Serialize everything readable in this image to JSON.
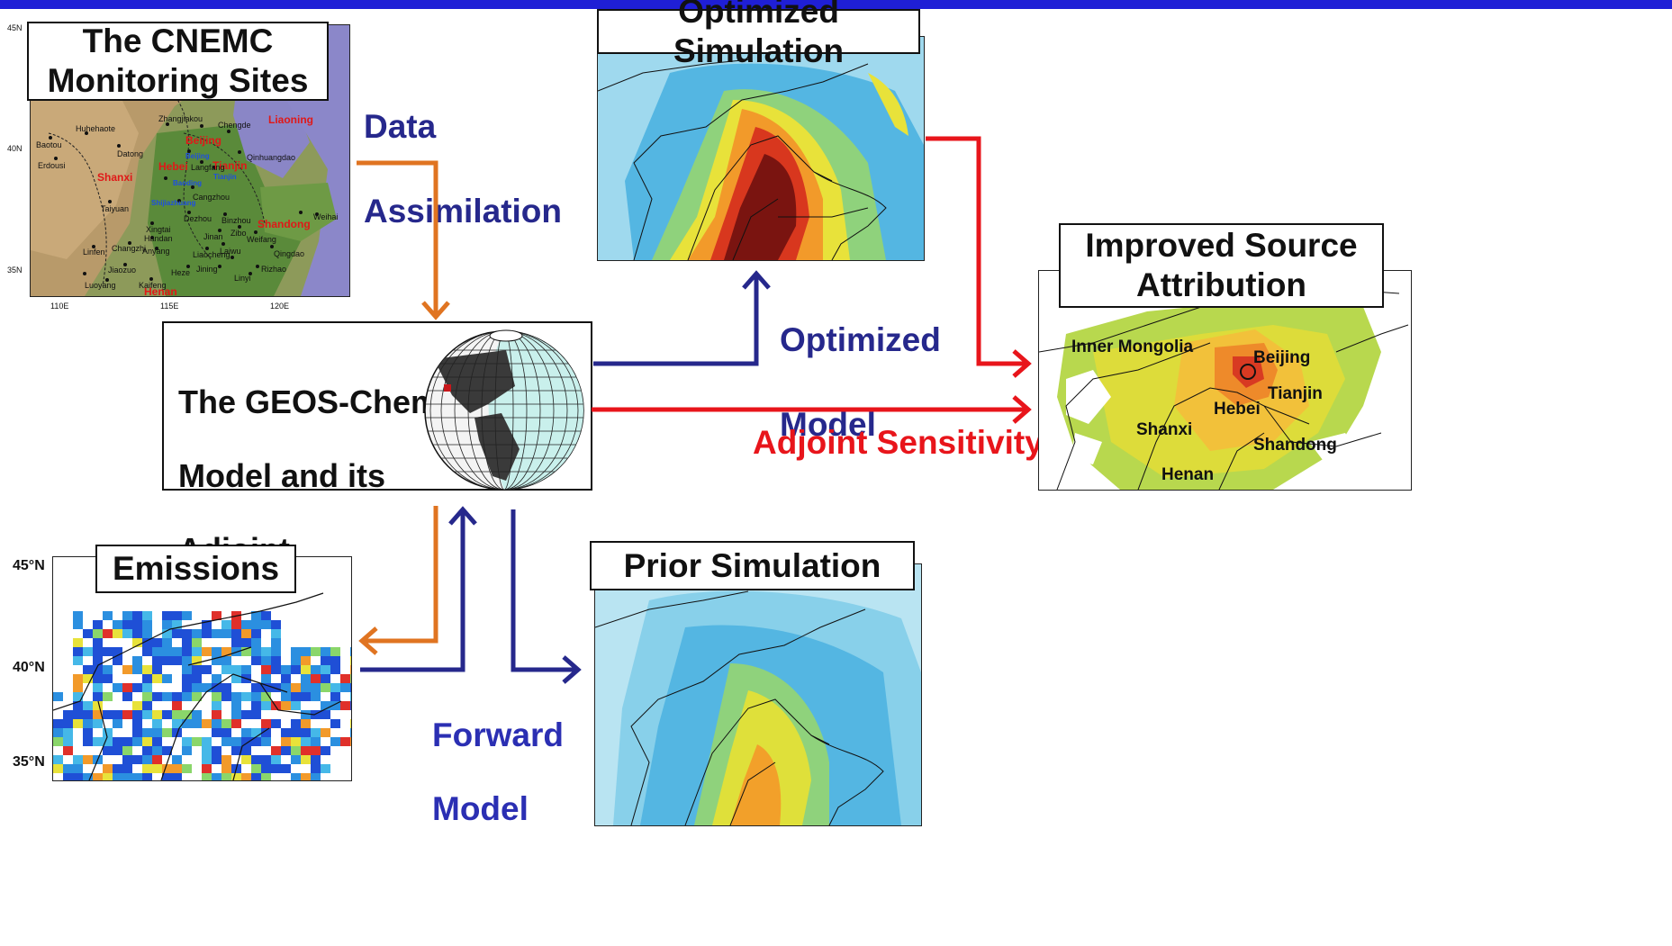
{
  "colors": {
    "top_bar": "#1f1fd6",
    "orange_arrow": "#e07421",
    "navy_arrow": "#26288c",
    "red_arrow": "#e8151b"
  },
  "cnemc": {
    "title_line1": "The CNEMC",
    "title_line2": "Monitoring Sites",
    "lat_labels": [
      "45N",
      "40N",
      "35N"
    ],
    "lon_labels": [
      "110E",
      "115E",
      "120E"
    ],
    "province_labels": [
      "Liaoning",
      "Beijing",
      "Hebei",
      "Tianjin",
      "Shanxi",
      "Shandong",
      "Henan"
    ],
    "city_labels": [
      "Baotou",
      "Huhehaote",
      "Zhangjiakou",
      "Chengde",
      "Erdousi",
      "Datong",
      "Qinhuangdao",
      "Langfang",
      "Taiyuan",
      "Cangzhou",
      "Dezhou",
      "Xingtai",
      "Binzhou",
      "Handan",
      "Jinan",
      "Zibo",
      "Weifang",
      "Weihai",
      "Linfen",
      "Changzhi",
      "Anyang",
      "Liaocheng",
      "Laiwu",
      "Qingdao",
      "Jiaozuo",
      "Heze",
      "Jining",
      "Rizhao",
      "Linyi",
      "Luoyang",
      "Kaifeng"
    ],
    "blue_city_labels": [
      "Beijing",
      "Baoding",
      "Shijiazhuang",
      "Tianjin"
    ]
  },
  "data_assimilation": {
    "line1": "Data",
    "line2": "Assimilation"
  },
  "geos": {
    "line1": "The GEOS-Chem",
    "line2": "Model and its",
    "line3": "Adjoint"
  },
  "optimized_simulation": {
    "title": "Optimized Simulation"
  },
  "optimized_model": {
    "line1": "Optimized",
    "line2": "Model"
  },
  "adjoint_sensitivity": {
    "label": "Adjoint Sensitivity"
  },
  "improved": {
    "title_line1": "Improved Source",
    "title_line2": "Attribution",
    "labels": [
      "Inner Mongolia",
      "Beijing",
      "Tianjin",
      "Hebei",
      "Shanxi",
      "Shandong",
      "Henan"
    ]
  },
  "emissions": {
    "title": "Emissions",
    "lat_labels": [
      "45°N",
      "40°N",
      "35°N"
    ]
  },
  "forward_model": {
    "line1": "Forward",
    "line2": "Model"
  },
  "prior_simulation": {
    "title": "Prior Simulation"
  }
}
